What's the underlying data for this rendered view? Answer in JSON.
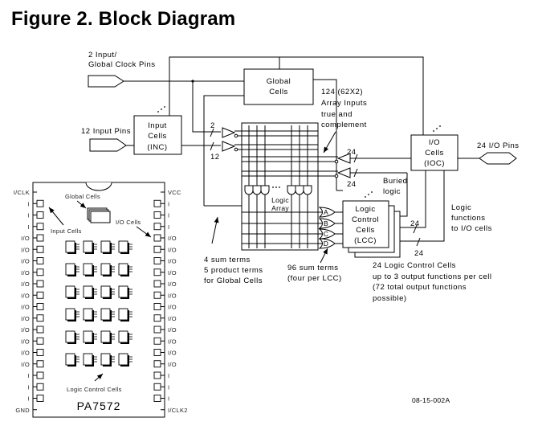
{
  "title": "Figure 2. Block Diagram",
  "blocks": {
    "global_cells": [
      "Global",
      "Cells"
    ],
    "input_cells": [
      "Input",
      "Cells",
      "(INC)"
    ],
    "io_cells": [
      "I/O",
      "Cells",
      "(IOC)"
    ],
    "logic_control_cells": [
      "Logic",
      "Control",
      "Cells",
      "(LCC)"
    ],
    "logic_array": [
      "Logic",
      "Array"
    ]
  },
  "labels": {
    "global_clock_pins": [
      "2 Input/",
      "Global Clock Pins"
    ],
    "input_pins": "12 Input Pins",
    "io_pins": "24 I/O Pins",
    "array_inputs": [
      "124 (62X2)",
      "Array Inputs",
      "true and",
      "complement"
    ],
    "buried_logic": [
      "Buried",
      "logic"
    ],
    "logic_functions": [
      "Logic",
      "functions",
      "to I/O cells"
    ],
    "global_sum_terms": [
      "4 sum terms",
      "5 product terms",
      "for Global Cells"
    ],
    "sum_terms_96": [
      "96 sum terms",
      "(four per LCC)"
    ],
    "lcc_note": [
      "24 Logic Control Cells",
      "up to 3 output functions per cell",
      "(72 total output functions",
      "possible)"
    ],
    "bus_2": "2",
    "bus_12": "12",
    "bus_24": "24",
    "or_gates": [
      "A",
      "B",
      "C",
      "D"
    ],
    "figure_id": "08-15-002A"
  },
  "chip": {
    "name": "PA7572",
    "left_pins": [
      "I/CLK",
      "I",
      "I",
      "I",
      "I/O",
      "I/O",
      "I/O",
      "I/O",
      "I/O",
      "I/O",
      "I/O",
      "I/O",
      "I/O",
      "I/O",
      "I/O",
      "I/O",
      "I",
      "I",
      "I",
      "GND"
    ],
    "right_pins": [
      "VCC",
      "I",
      "I",
      "I",
      "I/O",
      "I/O",
      "I/O",
      "I/O",
      "I/O",
      "I/O",
      "I/O",
      "I/O",
      "I/O",
      "I/O",
      "I/O",
      "I/O",
      "I",
      "I",
      "I",
      "I/CLK2"
    ],
    "callouts": {
      "global_cells": "Global Cells",
      "input_cells": "Input Cells",
      "io_cells": "I/O Cells",
      "logic_control_cells": "Logic Control Cells"
    },
    "lcc_grid": {
      "rows": 6,
      "cols": 4
    }
  }
}
